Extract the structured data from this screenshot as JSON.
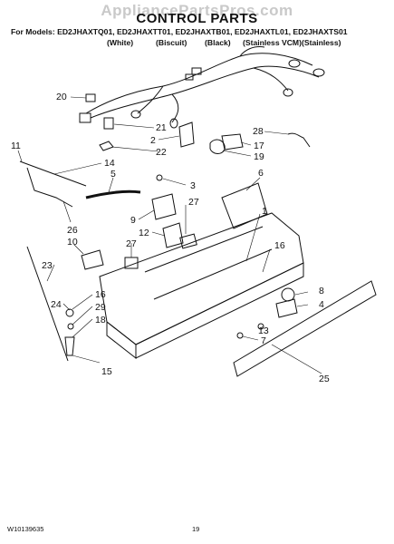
{
  "watermark": "AppliancePartsPros.com",
  "title": "CONTROL PARTS",
  "models_line": "For Models: ED2JHAXTQ01, ED2JHAXTT01, ED2JHAXTB01, ED2JHAXTL01, ED2JHAXTS01",
  "colors": [
    "(White)",
    "(Biscuit)",
    "(Black)",
    "(Stainless VCM)",
    "(Stainless)"
  ],
  "callouts": [
    "20",
    "21",
    "2",
    "22",
    "28",
    "17",
    "19",
    "11",
    "14",
    "5",
    "3",
    "6",
    "9",
    "27",
    "1",
    "12",
    "16",
    "10",
    "27",
    "23",
    "8",
    "4",
    "16",
    "24",
    "29",
    "18",
    "13",
    "7",
    "15",
    "25",
    "26"
  ],
  "footer": {
    "doc_number": "W10139635",
    "page_number": "19"
  }
}
